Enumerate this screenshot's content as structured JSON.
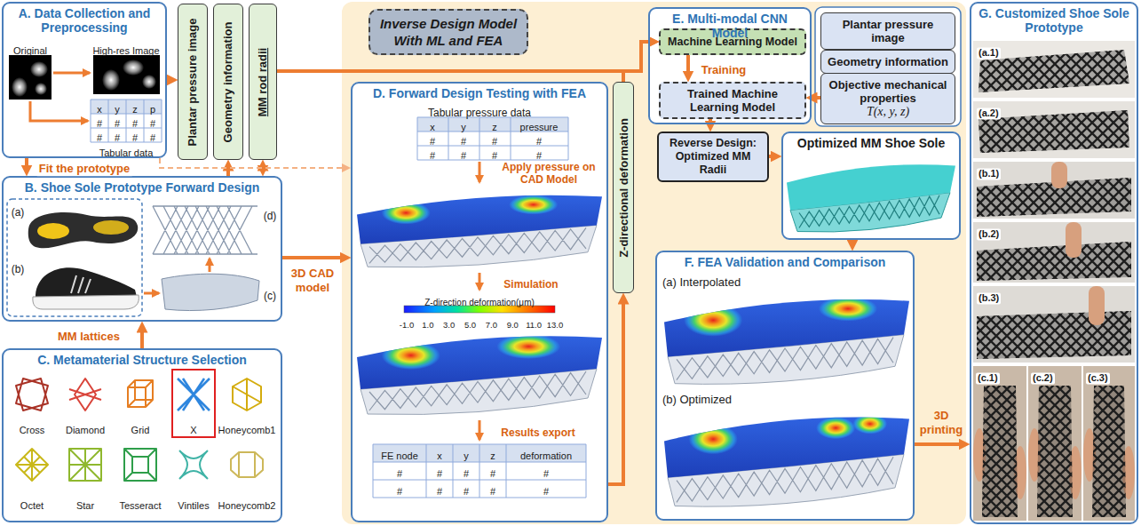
{
  "diagram": {
    "nodes": [
      {
        "text": [
          "A. Data Collection and Preprocessing"
        ]
      },
      {
        "text": [
          "Plantar pressure image"
        ]
      },
      {
        "text": [
          "Geometry information"
        ]
      },
      {
        "text": [
          "MM rod radii"
        ]
      },
      {
        "text": [
          "B. Shoe Sole Prototype Forward Design"
        ]
      },
      {
        "text": [
          "C. Metamaterial Structure Selection"
        ]
      },
      {
        "text": [
          "Inverse Design Model With ML and FEA"
        ]
      },
      {
        "text": [
          "D. Forward Design Testing with FEA"
        ],
        "in": 6
      },
      {
        "text": [
          "Z-directional deformation"
        ],
        "in": 6
      },
      {
        "text": [
          "E. Multi-modal CNN Model"
        ],
        "in": 6
      },
      {
        "text": [
          "Machine Learning Model"
        ],
        "in": 9
      },
      {
        "text": [
          "Trained Machine Learning Model"
        ],
        "in": 9
      },
      {
        "text": [
          "Plantar pressure image"
        ],
        "in": 6
      },
      {
        "text": [
          "Geometry information"
        ],
        "in": 6
      },
      {
        "text": [
          "Objective mechanical properties",
          "T(x, y, z)"
        ],
        "in": 6
      },
      {
        "text": [
          "Reverse Design: Optimized MM Radii"
        ],
        "in": 6
      },
      {
        "text": [
          "Optimized MM Shoe Sole"
        ],
        "in": 6
      },
      {
        "text": [
          "F. FEA Validation and Comparison"
        ],
        "in": 6
      },
      {
        "text": [
          "G. Customized Shoe Sole Prototype"
        ]
      }
    ],
    "edges": [
      {
        "from": 0,
        "to": 1,
        "arrow": "to"
      },
      {
        "from": 0,
        "to": 4,
        "label": "Fit the prototype",
        "arrow": "to"
      },
      {
        "from": 5,
        "to": 4,
        "label": "MM lattices",
        "arrow": "to"
      },
      {
        "from": 4,
        "to": 2,
        "arrow": "to"
      },
      {
        "from": 4,
        "to": 3,
        "arrow": "both"
      },
      {
        "from": 4,
        "to": 7,
        "label": "3D CAD model",
        "arrow": "to"
      },
      {
        "from": 0,
        "to": 7,
        "arrow": "to"
      },
      {
        "from": 3,
        "to": 10,
        "arrow": "to"
      },
      {
        "from": 8,
        "to": 10,
        "arrow": "to"
      },
      {
        "from": 7,
        "to": 8,
        "arrow": "to"
      },
      {
        "from": 10,
        "to": 11,
        "label": "Training",
        "arrow": "to"
      },
      {
        "from": 14,
        "to": 11,
        "arrow": "to"
      },
      {
        "from": 11,
        "to": 15,
        "arrow": "to"
      },
      {
        "from": 15,
        "to": 16,
        "arrow": "to"
      },
      {
        "from": 16,
        "to": 17,
        "arrow": "to"
      },
      {
        "from": 17,
        "to": 18,
        "label": "3D printing",
        "arrow": "to"
      }
    ],
    "labels": [
      "Original",
      "High-res Image",
      "x",
      "y",
      "z",
      "p",
      "#",
      "#",
      "#",
      "#",
      "#",
      "#",
      "#",
      "#",
      "Tabular data",
      "(a)",
      "(b)",
      "(c)",
      "(d)",
      "Cross",
      "Diamond",
      "Grid",
      "X",
      "Honeycomb1",
      "Octet",
      "Star",
      "Tesseract",
      "Vintiles",
      "Honeycomb2",
      "Tabular pressure data",
      "x",
      "y",
      "z",
      "pressure",
      "#",
      "#",
      "#",
      "#",
      "#",
      "#",
      "#",
      "#",
      "Apply pressure on CAD Model",
      "Simulation",
      "Z-direction deformation(μm)",
      "-1.0",
      "1.0",
      "3.0",
      "5.0",
      "7.0",
      "9.0",
      "11.0",
      "13.0",
      "Results export",
      "FE node",
      "x",
      "y",
      "z",
      "deformation",
      "#",
      "#",
      "#",
      "#",
      "#",
      "#",
      "#",
      "#",
      "#",
      "#",
      "(a) Interpolated",
      "(b) Optimized",
      "(a.1)",
      "(a.2)",
      "(b.1)",
      "(b.2)",
      "(b.3)",
      "(c.1)",
      "(c.2)",
      "(c.3)"
    ]
  }
}
